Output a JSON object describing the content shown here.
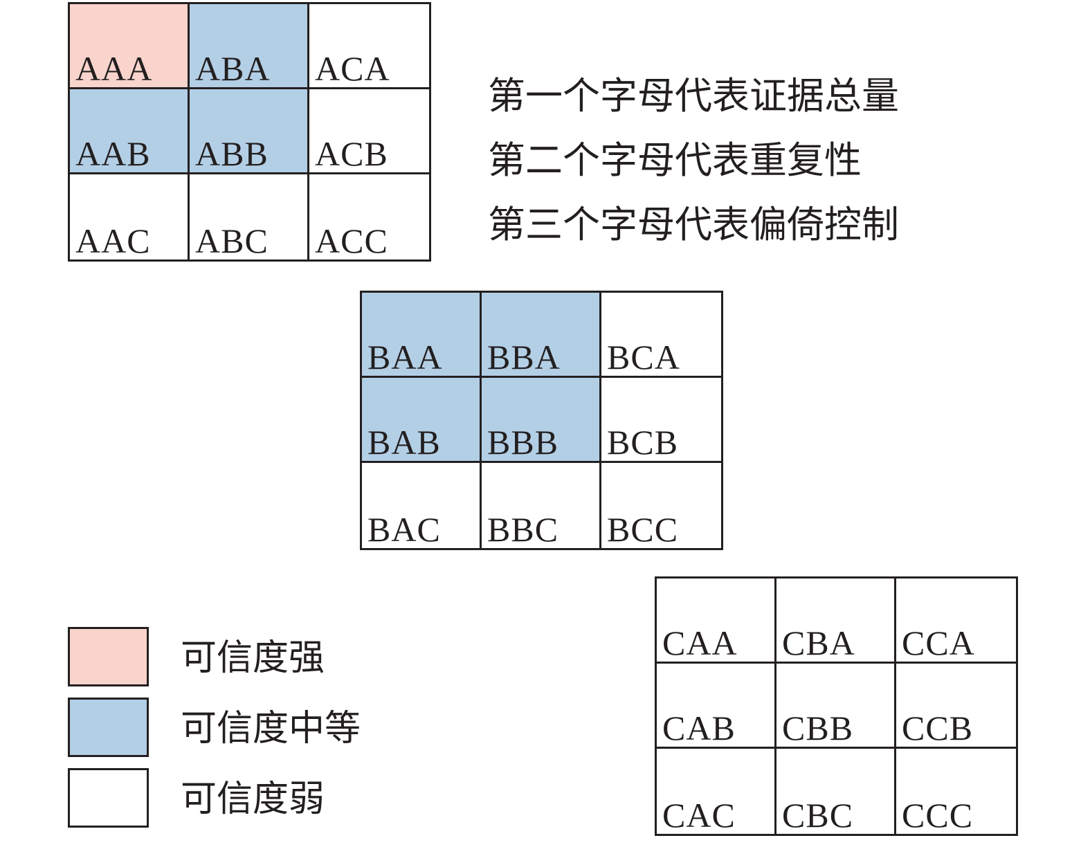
{
  "colors": {
    "strong": "#f9d4cc",
    "medium": "#b3cfe6",
    "weak": "#ffffff",
    "line": "#231f20"
  },
  "grids": [
    {
      "cells": [
        {
          "label": "AAA",
          "level": "strong"
        },
        {
          "label": "ABA",
          "level": "medium"
        },
        {
          "label": "ACA",
          "level": "weak"
        },
        {
          "label": "AAB",
          "level": "medium"
        },
        {
          "label": "ABB",
          "level": "medium"
        },
        {
          "label": "ACB",
          "level": "weak"
        },
        {
          "label": "AAC",
          "level": "weak"
        },
        {
          "label": "ABC",
          "level": "weak"
        },
        {
          "label": "ACC",
          "level": "weak"
        }
      ]
    },
    {
      "cells": [
        {
          "label": "BAA",
          "level": "medium"
        },
        {
          "label": "BBA",
          "level": "medium"
        },
        {
          "label": "BCA",
          "level": "weak"
        },
        {
          "label": "BAB",
          "level": "medium"
        },
        {
          "label": "BBB",
          "level": "medium"
        },
        {
          "label": "BCB",
          "level": "weak"
        },
        {
          "label": "BAC",
          "level": "weak"
        },
        {
          "label": "BBC",
          "level": "weak"
        },
        {
          "label": "BCC",
          "level": "weak"
        }
      ]
    },
    {
      "cells": [
        {
          "label": "CAA",
          "level": "weak"
        },
        {
          "label": "CBA",
          "level": "weak"
        },
        {
          "label": "CCA",
          "level": "weak"
        },
        {
          "label": "CAB",
          "level": "weak"
        },
        {
          "label": "CBB",
          "level": "weak"
        },
        {
          "label": "CCB",
          "level": "weak"
        },
        {
          "label": "CAC",
          "level": "weak"
        },
        {
          "label": "CBC",
          "level": "weak"
        },
        {
          "label": "CCC",
          "level": "weak"
        }
      ]
    }
  ],
  "notes": [
    "第一个字母代表证据总量",
    "第二个字母代表重复性",
    "第三个字母代表偏倚控制"
  ],
  "legend": [
    {
      "label": "可信度强",
      "level": "strong"
    },
    {
      "label": "可信度中等",
      "level": "medium"
    },
    {
      "label": "可信度弱",
      "level": "weak"
    }
  ]
}
